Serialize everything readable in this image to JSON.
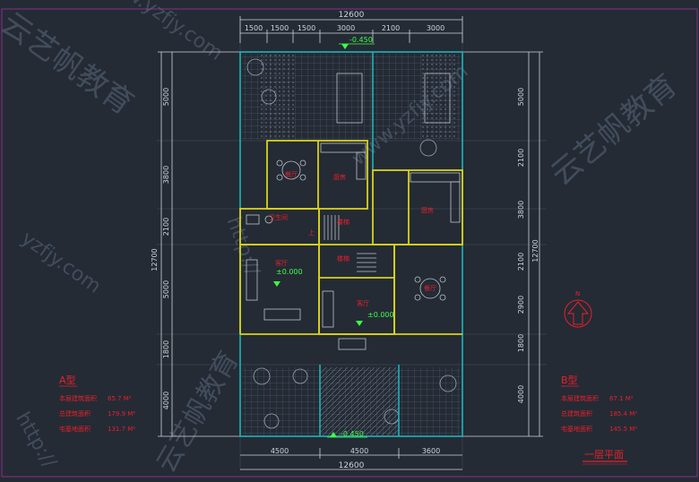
{
  "colors": {
    "background": "#242b35",
    "dimension": "#cfd4da",
    "wall_outer": "#1fb3b8",
    "wall_inner": "#d8d21c",
    "gridline": "#3a4452",
    "watermark": "#5b6a7c",
    "label_red": "#e8202a",
    "elev_green": "#3cff4a",
    "furniture": "#b9c2cc",
    "tree": "#9aa6b2",
    "frame": "#8a2f8c"
  },
  "dimensions": {
    "overall_width": "12600",
    "overall_height": "12700",
    "top": [
      "1500",
      "1500",
      "1500",
      "3000",
      "2100",
      "3000"
    ],
    "bottom": [
      "4500",
      "4500",
      "3600"
    ],
    "left": [
      "5000",
      "3800",
      "2100",
      "5000",
      "1800",
      "4000"
    ],
    "right": [
      "5000",
      "2100",
      "3800",
      "2100",
      "2900",
      "1800",
      "4000"
    ]
  },
  "elevations": {
    "top": "-0.450",
    "bottom": "-0.450",
    "living_a": "±0.000",
    "living_b": "±0.000"
  },
  "rooms": {
    "living_a": "客厅",
    "living_b": "客厅",
    "dining_a": "餐厅",
    "dining_b": "餐厅",
    "kitchen_a": "厨房",
    "kitchen_b": "厨房",
    "stair_a": "楼梯",
    "stair_b": "楼梯",
    "wc_a": "卫生间",
    "up_mark": "上"
  },
  "area_tables": {
    "a": {
      "title": "A型",
      "rows": [
        {
          "label": "本层建筑面积",
          "value": "65.7 M²"
        },
        {
          "label": "总建筑面积",
          "value": "179.9 M²"
        },
        {
          "label": "宅基地面积",
          "value": "131.7 M²"
        }
      ]
    },
    "b": {
      "title": "B型",
      "rows": [
        {
          "label": "本层建筑面积",
          "value": "67.1 M²"
        },
        {
          "label": "总建筑面积",
          "value": "185.4 M²"
        },
        {
          "label": "宅基地面积",
          "value": "145.5 M²"
        }
      ]
    }
  },
  "drawing_title": "一层平面",
  "north_label": "N",
  "watermarks": {
    "cn": "云艺帆教育",
    "url": "www.yzfjy.com",
    "http": "http://",
    "short": "yzfjy.com"
  }
}
